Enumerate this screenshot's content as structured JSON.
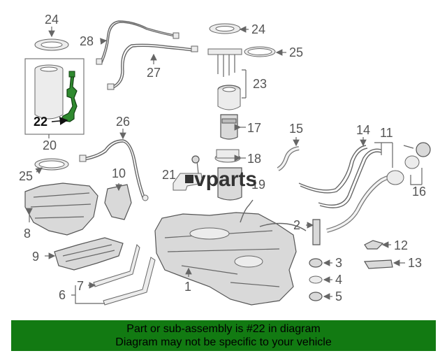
{
  "diagram": {
    "watermark": "vparts",
    "callouts": {
      "c1": "1",
      "c2": "2",
      "c3": "3",
      "c4": "4",
      "c5": "5",
      "c6": "6",
      "c7": "7",
      "c8": "8",
      "c9": "9",
      "c10": "10",
      "c11": "11",
      "c12": "12",
      "c13": "13",
      "c14": "14",
      "c15": "15",
      "c16": "16",
      "c17": "17",
      "c18": "18",
      "c19": "19",
      "c20": "20",
      "c21": "21",
      "c22": "22",
      "c23": "23",
      "c24a": "24",
      "c24b": "24",
      "c25a": "25",
      "c25b": "25",
      "c26": "26",
      "c27": "27",
      "c28": "28"
    },
    "highlight_color": "#127a12"
  },
  "banner": {
    "line1": "Part or sub-assembly is #22 in diagram",
    "line2": "Diagram may not be specific to your vehicle",
    "color": "#127a12"
  }
}
